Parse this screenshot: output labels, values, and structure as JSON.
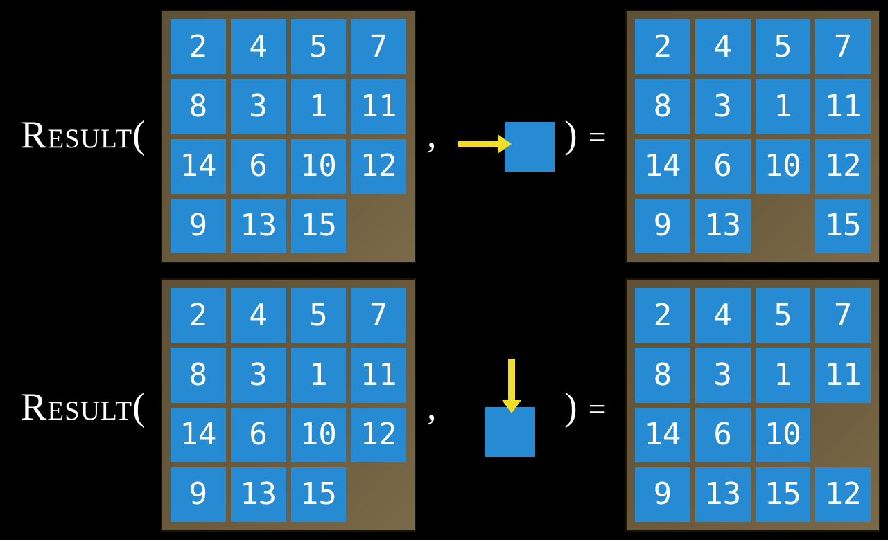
{
  "colors": {
    "background": "#000000",
    "tile_blue": "#278bd3",
    "frame_brown": "#6a5a3b",
    "frame_brown_dark": "#5f5136",
    "frame_brown_light": "#7b6a4a",
    "frame_border": "#17120b",
    "arrow_yellow": "#f2de2a",
    "text": "#ffffff"
  },
  "rows": [
    {
      "label": "Result(",
      "comma": ",",
      "action": {
        "icon": "right-arrow-icon",
        "direction": "right"
      },
      "close_paren": ")",
      "equals": "=",
      "input_grid": [
        [
          "2",
          "4",
          "5",
          "7"
        ],
        [
          "8",
          "3",
          "1",
          "11"
        ],
        [
          "14",
          "6",
          "10",
          "12"
        ],
        [
          "9",
          "13",
          "15",
          ""
        ]
      ],
      "result_grid": [
        [
          "2",
          "4",
          "5",
          "7"
        ],
        [
          "8",
          "3",
          "1",
          "11"
        ],
        [
          "14",
          "6",
          "10",
          "12"
        ],
        [
          "9",
          "13",
          "",
          "15"
        ]
      ]
    },
    {
      "label": "Result(",
      "comma": ",",
      "action": {
        "icon": "down-arrow-icon",
        "direction": "down"
      },
      "close_paren": ")",
      "equals": "=",
      "input_grid": [
        [
          "2",
          "4",
          "5",
          "7"
        ],
        [
          "8",
          "3",
          "1",
          "11"
        ],
        [
          "14",
          "6",
          "10",
          "12"
        ],
        [
          "9",
          "13",
          "15",
          ""
        ]
      ],
      "result_grid": [
        [
          "2",
          "4",
          "5",
          "7"
        ],
        [
          "8",
          "3",
          "1",
          "11"
        ],
        [
          "14",
          "6",
          "10",
          ""
        ],
        [
          "9",
          "13",
          "15",
          "12"
        ]
      ]
    }
  ]
}
